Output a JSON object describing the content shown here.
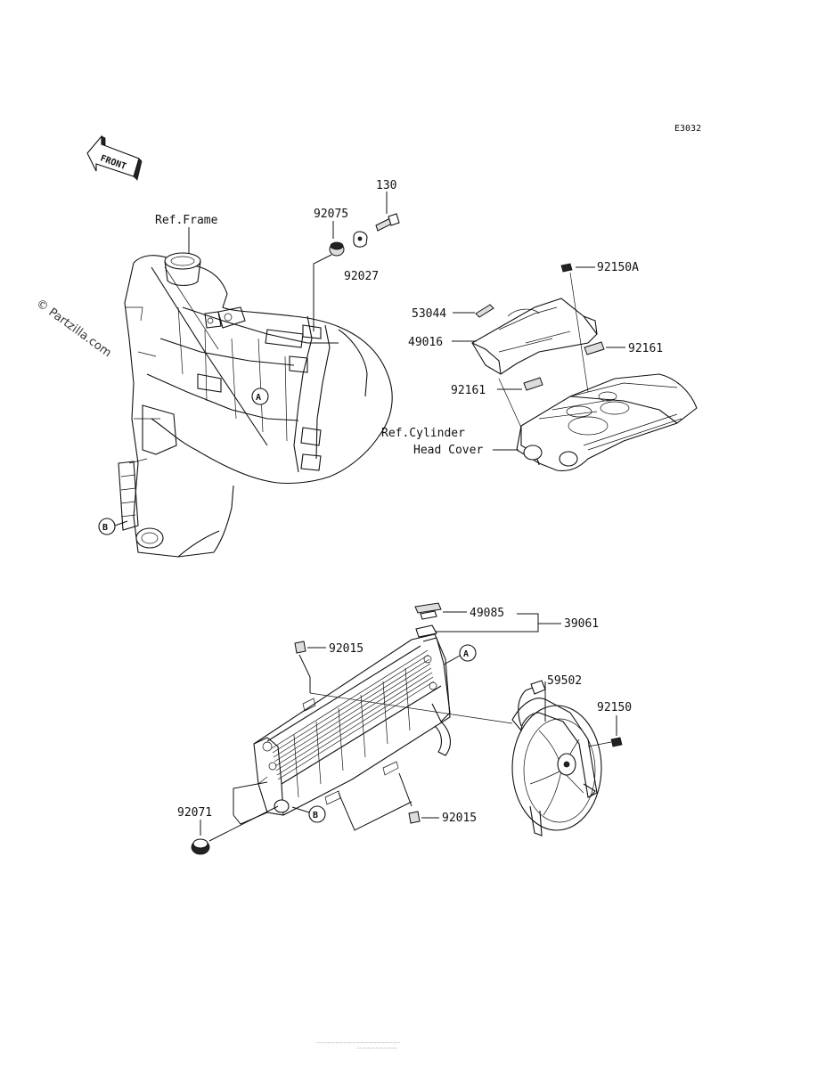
{
  "diagram": {
    "code": "E3032",
    "front_label": "FRONT",
    "watermark": "© Partzilla.com",
    "ref_frame": "Ref.Frame",
    "ref_cylinder_1": "Ref.Cylinder",
    "ref_cylinder_2": "Head Cover",
    "markers": {
      "a": "A",
      "b": "B"
    },
    "parts": {
      "p130": "130",
      "p92075": "92075",
      "p92027": "92027",
      "p92150A": "92150A",
      "p53044": "53044",
      "p49016": "49016",
      "p92161_right": "92161",
      "p92161_left": "92161",
      "p49085": "49085",
      "p39061": "39061",
      "p92015_top": "92015",
      "p59502": "59502",
      "p92150": "92150",
      "p92071": "92071",
      "p92015_bottom": "92015"
    }
  }
}
